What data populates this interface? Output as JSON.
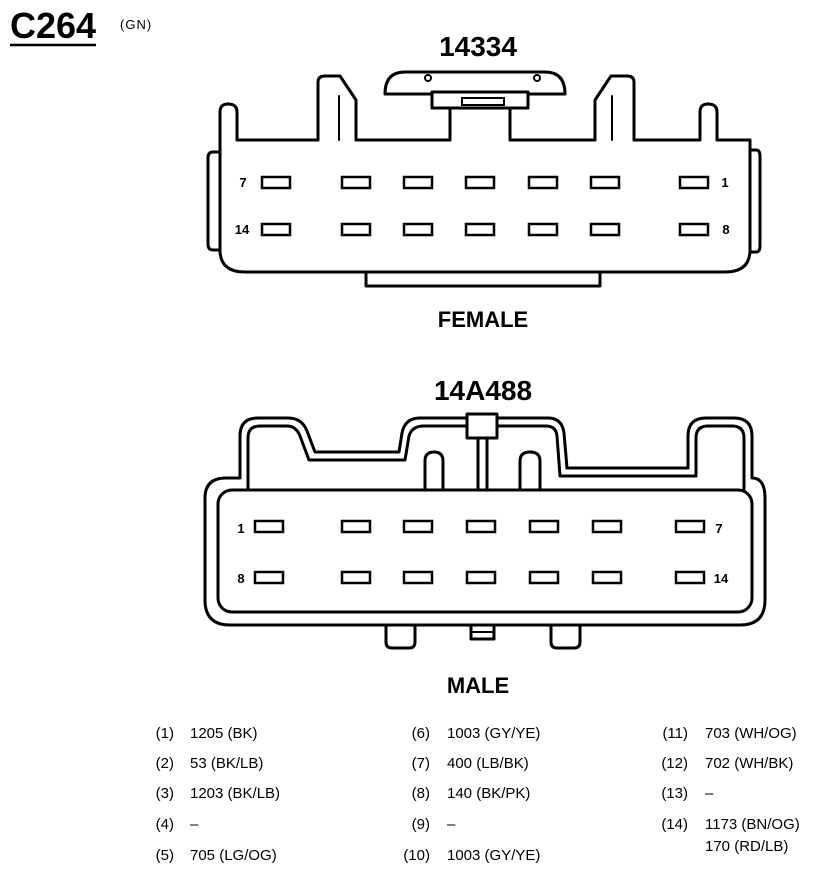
{
  "header": {
    "connector_id": "C264",
    "color_code": "(GN)"
  },
  "female": {
    "part_number": "14334",
    "label": "FEMALE",
    "corner_pins": {
      "top_left": "7",
      "top_right": "1",
      "bottom_left": "14",
      "bottom_right": "8"
    }
  },
  "male": {
    "part_number": "14A488",
    "label": "MALE",
    "corner_pins": {
      "top_left": "1",
      "top_right": "7",
      "bottom_left": "8",
      "bottom_right": "14"
    }
  },
  "pinout": [
    {
      "pin": "(1)",
      "circuits": [
        "1205 (BK)"
      ]
    },
    {
      "pin": "(2)",
      "circuits": [
        "53 (BK/LB)"
      ]
    },
    {
      "pin": "(3)",
      "circuits": [
        "1203 (BK/LB)"
      ]
    },
    {
      "pin": "(4)",
      "circuits": [
        "–"
      ]
    },
    {
      "pin": "(5)",
      "circuits": [
        "705 (LG/OG)"
      ]
    },
    {
      "pin": "(6)",
      "circuits": [
        "1003 (GY/YE)"
      ]
    },
    {
      "pin": "(7)",
      "circuits": [
        "400 (LB/BK)"
      ]
    },
    {
      "pin": "(8)",
      "circuits": [
        "140 (BK/PK)"
      ]
    },
    {
      "pin": "(9)",
      "circuits": [
        "–"
      ]
    },
    {
      "pin": "(10)",
      "circuits": [
        "1003 (GY/YE)"
      ]
    },
    {
      "pin": "(11)",
      "circuits": [
        "703 (WH/OG)"
      ]
    },
    {
      "pin": "(12)",
      "circuits": [
        "702 (WH/BK)"
      ]
    },
    {
      "pin": "(13)",
      "circuits": [
        "–"
      ]
    },
    {
      "pin": "(14)",
      "circuits": [
        "1173 (BN/OG)",
        "170 (RD/LB)"
      ]
    }
  ],
  "colors": {
    "ink": "#000000",
    "background": "#ffffff"
  }
}
